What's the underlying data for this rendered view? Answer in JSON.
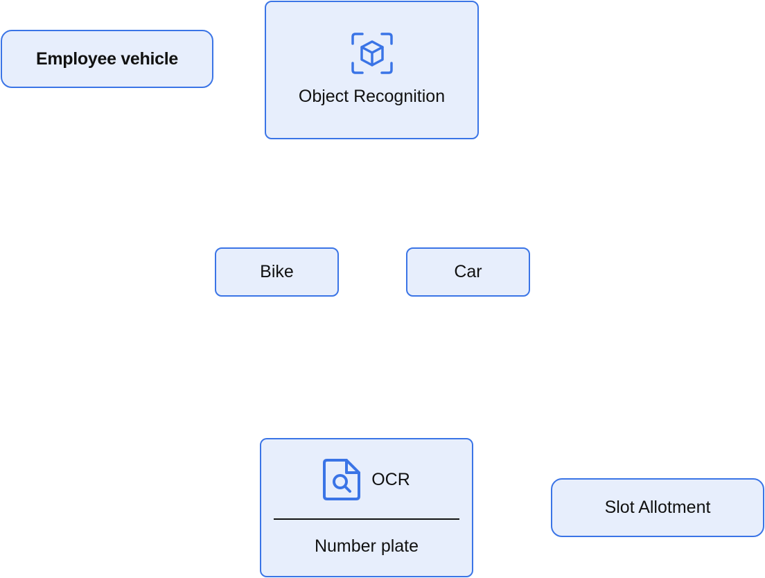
{
  "nodes": {
    "employee_vehicle": {
      "label": "Employee vehicle"
    },
    "object_recognition": {
      "label": "Object Recognition",
      "icon": "cube-scan-icon"
    },
    "bike": {
      "label": "Bike"
    },
    "car": {
      "label": "Car"
    },
    "ocr": {
      "label": "OCR",
      "sublabel": "Number plate",
      "icon": "document-search-icon"
    },
    "slot_allotment": {
      "label": "Slot Allotment"
    }
  },
  "colors": {
    "node_fill": "#e7eefc",
    "node_border": "#3a74e6",
    "icon": "#3a74e6",
    "text": "#111111"
  }
}
